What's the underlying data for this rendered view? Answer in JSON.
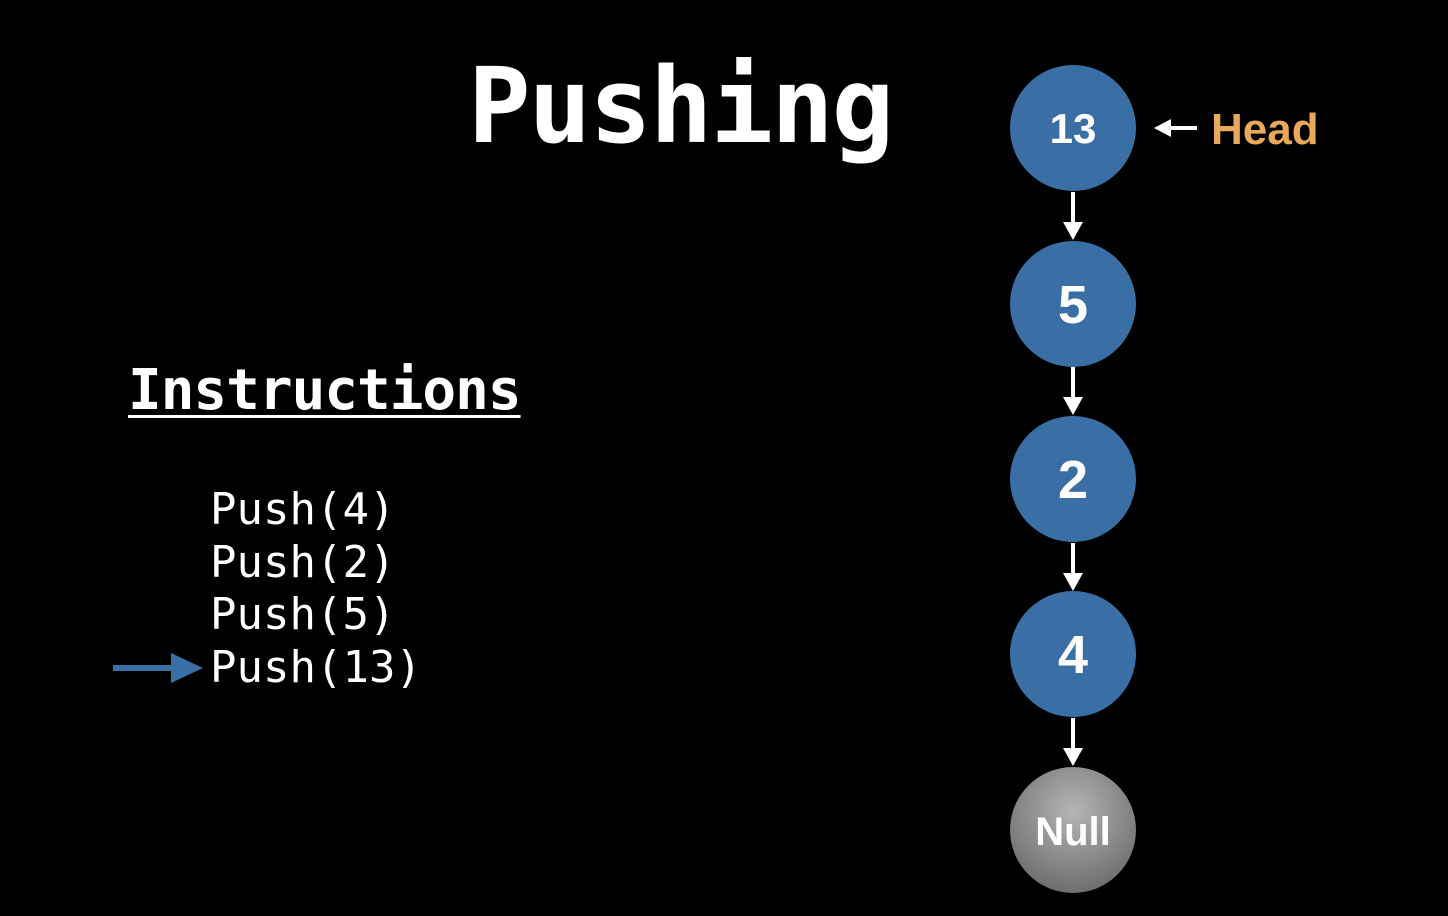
{
  "title": "Pushing",
  "instructions": {
    "heading": "Instructions",
    "items": [
      "Push(4)",
      "Push(2)",
      "Push(5)",
      "Push(13)"
    ],
    "current_index": 3
  },
  "stack": {
    "nodes": [
      "13",
      "5",
      "2",
      "4"
    ],
    "terminal": "Null",
    "head_label": "Head"
  },
  "colors": {
    "background": "#000000",
    "node_fill": "#3a6fa6",
    "null_fill": "#8c8c8c",
    "head_label": "#e8a95a",
    "current_arrow": "#3a6fa6",
    "text": "#ffffff"
  }
}
